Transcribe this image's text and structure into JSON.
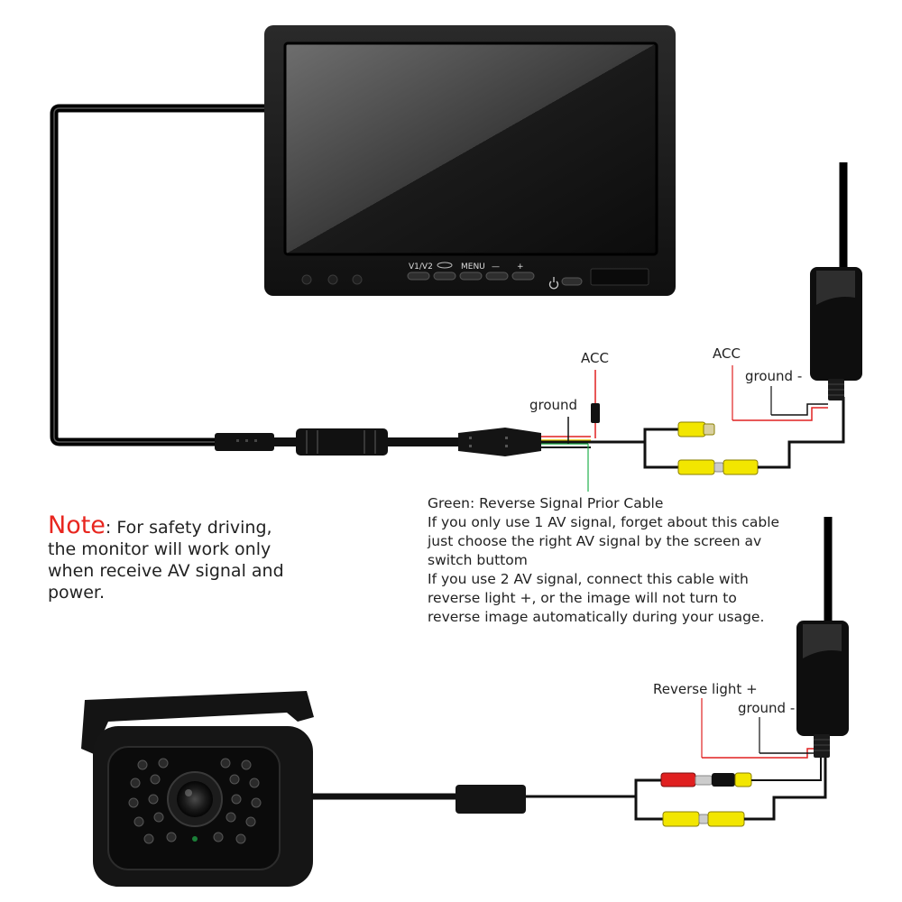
{
  "monitor": {
    "buttons": {
      "v1v2": "V1/V2",
      "menu": "MENU",
      "minus": "—",
      "plus": "+"
    }
  },
  "labels": {
    "acc_monitor": "ACC",
    "ground_monitor": "ground",
    "acc_transmitter": "ACC",
    "ground_transmitter": "ground -",
    "reverse_light": "Reverse light +",
    "ground_camera": "ground -"
  },
  "note": {
    "title": "Note",
    "colon": ":",
    "line1": " For safety driving,",
    "line2": "the monitor will work only",
    "line3": "when receive AV signal and",
    "line4": "power."
  },
  "info": {
    "lines": [
      "Green: Reverse Signal Prior Cable",
      "If you only use 1 AV signal, forget about this cable",
      "just choose the right AV signal by the screen av",
      "switch buttom",
      "If you use 2 AV signal, connect this cable with",
      "reverse light +, or the image will not turn to",
      "reverse image automatically during your usage."
    ]
  },
  "colors": {
    "acc_wire": "#e02020",
    "green_wire": "#22b14c",
    "rca_yellow": "#f2e600",
    "rca_red": "#e02020",
    "note_accent": "#e8261f"
  }
}
